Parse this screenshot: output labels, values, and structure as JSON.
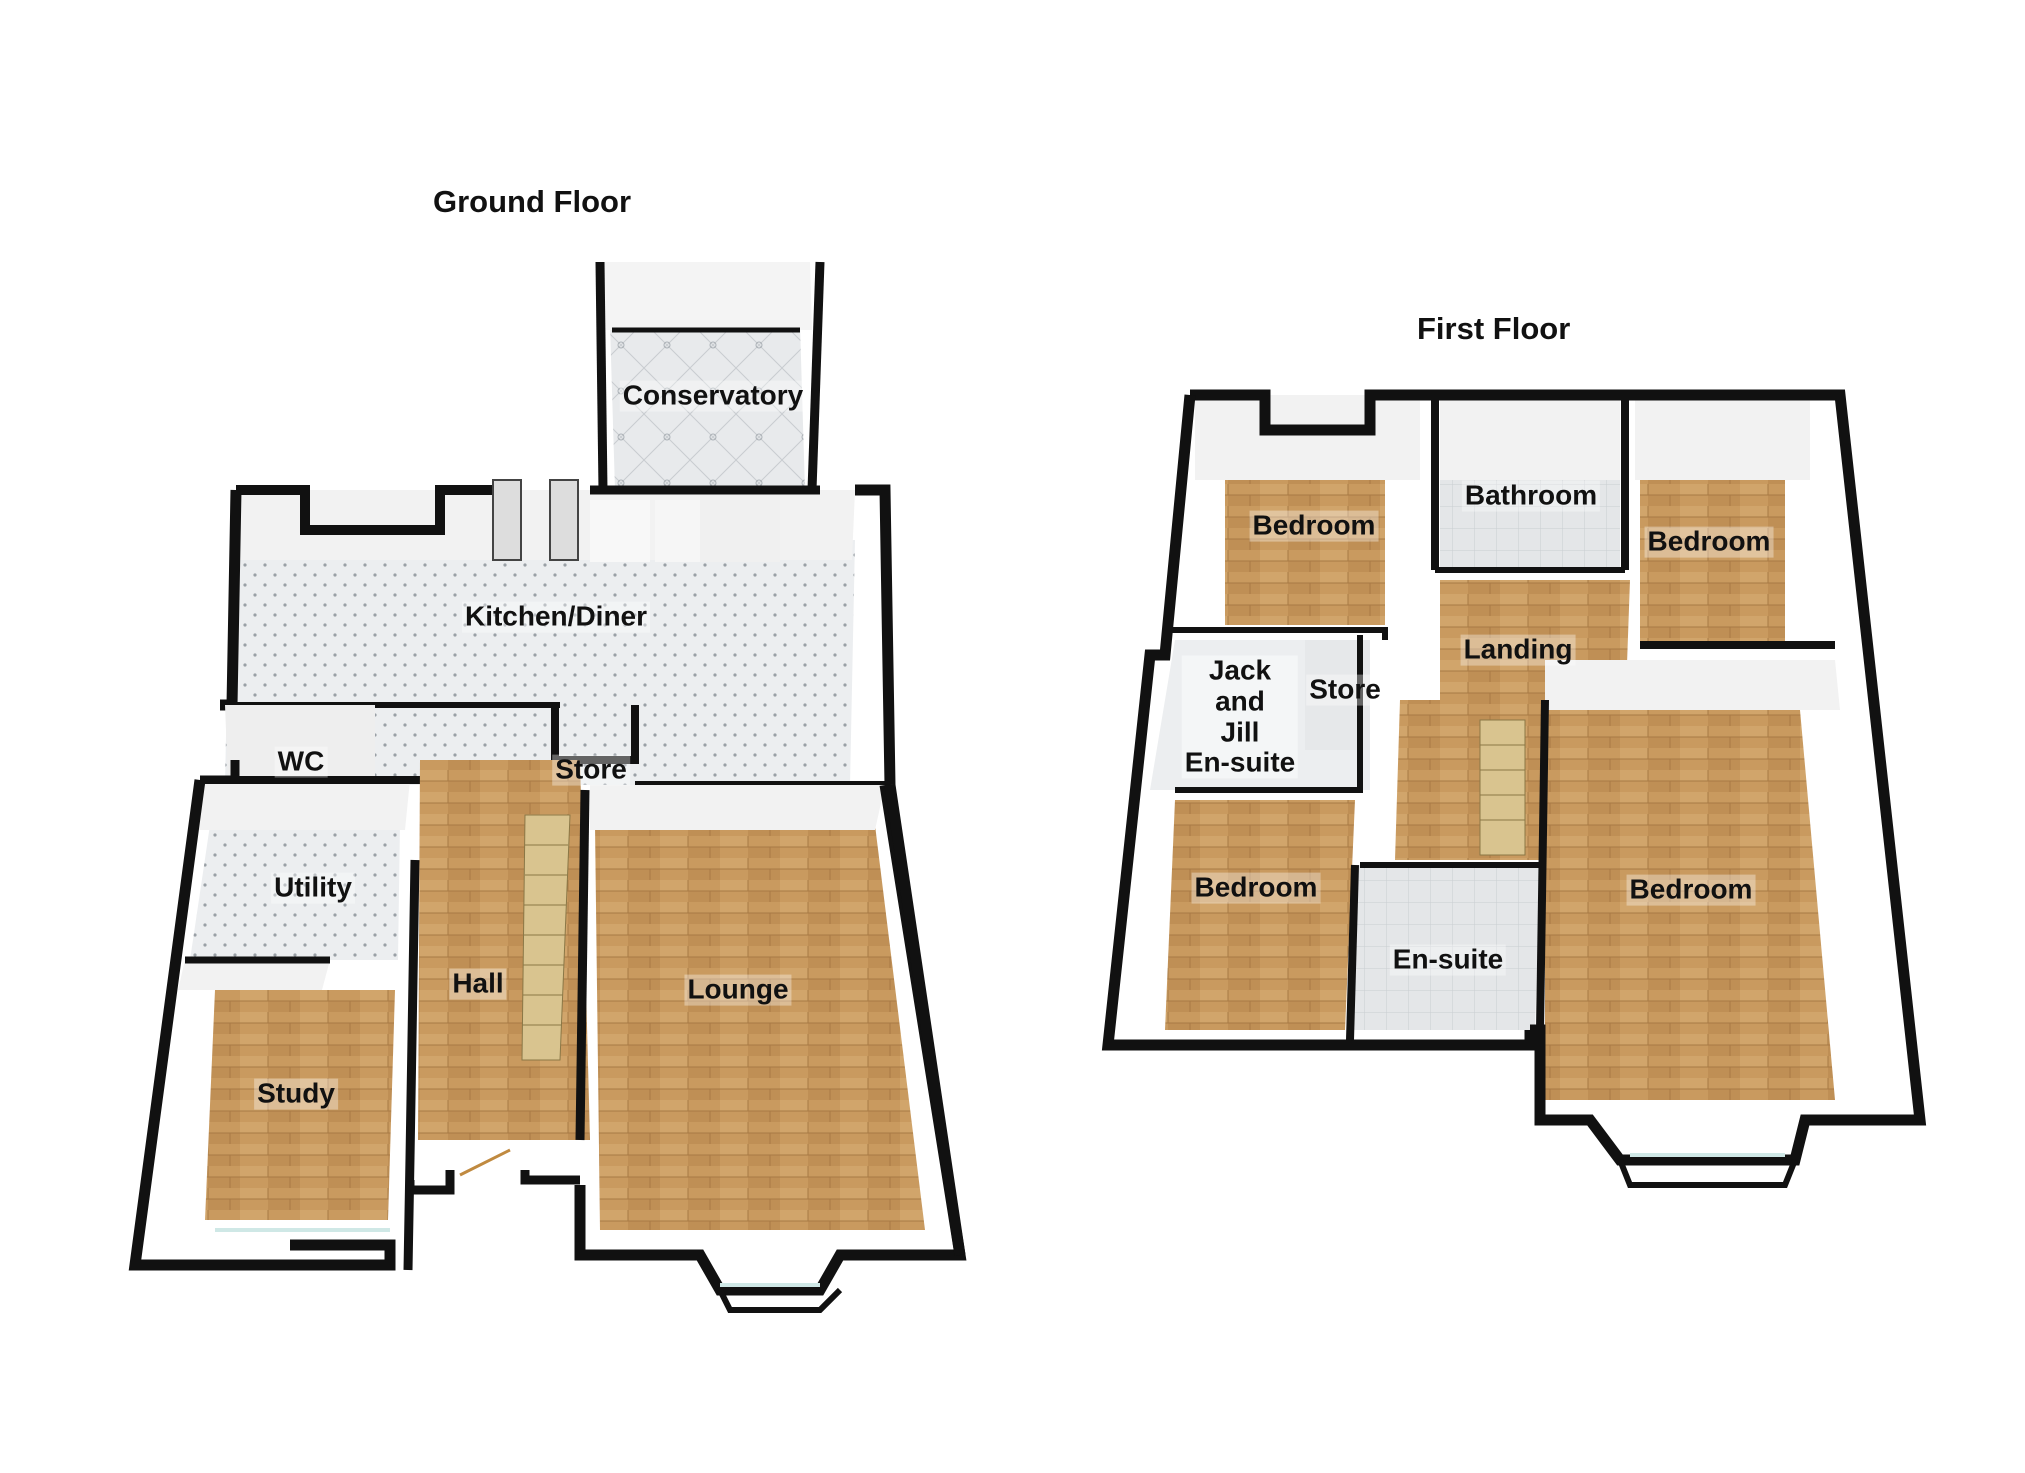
{
  "ground_floor": {
    "title": "Ground Floor",
    "rooms": {
      "conservatory": "Conservatory",
      "kitchen_diner": "Kitchen/Diner",
      "wc": "WC",
      "store": "Store",
      "utility": "Utility",
      "hall": "Hall",
      "lounge": "Lounge",
      "study": "Study"
    }
  },
  "first_floor": {
    "title": "First Floor",
    "rooms": {
      "bedroom_top_left": "Bedroom",
      "bathroom": "Bathroom",
      "bedroom_top_right": "Bedroom",
      "landing": "Landing",
      "jack_and_jill_line1": "Jack",
      "jack_and_jill_line2": "and",
      "jack_and_jill_line3": "Jill",
      "jack_and_jill_line4": "En-suite",
      "store": "Store",
      "bedroom_left": "Bedroom",
      "bedroom_right": "Bedroom",
      "en_suite": "En-suite"
    }
  },
  "colors": {
    "wall": "#111111",
    "wall_face": "#f2f2f2",
    "wood_floor": "#c99a5f",
    "tile_floor": "#e6e8ea",
    "window": "#cfe8e6"
  }
}
